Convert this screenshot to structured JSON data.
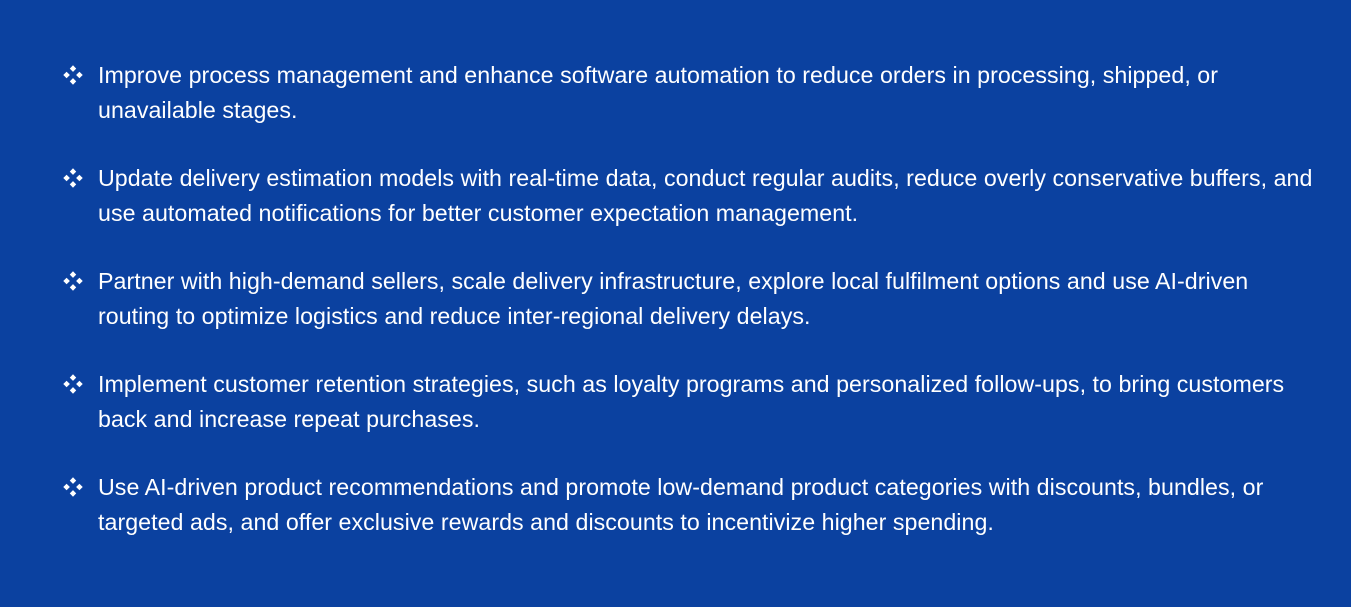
{
  "slide": {
    "background_color": "#0b41a0",
    "text_color": "#ffffff",
    "bullet_icon": "four-diamond-icon",
    "bullets": [
      {
        "text": "Improve process management and enhance software automation to reduce orders in processing, shipped, or unavailable stages."
      },
      {
        "text": "Update delivery estimation models with real-time data, conduct regular audits, reduce overly conservative buffers, and use automated notifications for better customer expectation management."
      },
      {
        "text": "Partner with high-demand sellers, scale delivery infrastructure, explore local fulfilment options and use AI-driven routing to optimize logistics and reduce inter-regional delivery delays."
      },
      {
        "text": "Implement customer retention strategies, such as loyalty programs and personalized follow-ups, to bring customers back and increase repeat purchases."
      },
      {
        "text": "Use AI-driven product recommendations and promote low-demand product categories with discounts, bundles, or targeted ads, and offer exclusive rewards and discounts to incentivize higher spending."
      }
    ]
  }
}
